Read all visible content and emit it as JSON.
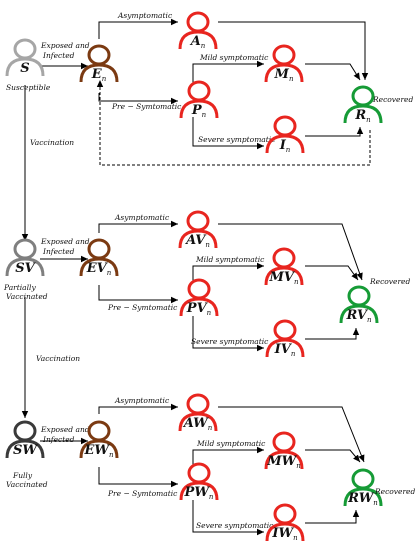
{
  "colors": {
    "susceptible": "#a6a6a6",
    "partially_vaccinated": "#7f7f7f",
    "fully_vaccinated": "#3a3a3a",
    "exposed": "#7b3a12",
    "infectious": "#e8251f",
    "recovered": "#169b36"
  },
  "icons": {
    "person": "person-icon"
  },
  "nodes": {
    "S": {
      "main": "S",
      "sub": "",
      "caption": "Susceptible"
    },
    "E": {
      "main": "E",
      "sub": "n"
    },
    "A": {
      "main": "A",
      "sub": "n"
    },
    "M": {
      "main": "M",
      "sub": "n"
    },
    "P": {
      "main": "P",
      "sub": "n"
    },
    "I": {
      "main": "I",
      "sub": "n"
    },
    "R": {
      "main": "R",
      "sub": "n",
      "caption": "Recovered"
    },
    "SV": {
      "main": "SV",
      "sub": "",
      "caption_1": "Partially",
      "caption_2": "Vaccinated"
    },
    "EV": {
      "main": "EV",
      "sub": "n"
    },
    "AV": {
      "main": "AV",
      "sub": "n"
    },
    "MV": {
      "main": "MV",
      "sub": "n"
    },
    "PV": {
      "main": "PV",
      "sub": "n"
    },
    "IV": {
      "main": "IV",
      "sub": "n"
    },
    "RV": {
      "main": "RV",
      "sub": "n",
      "caption": "Recovered"
    },
    "SW": {
      "main": "SW",
      "sub": "",
      "caption_1": "Fully",
      "caption_2": "Vaccinated"
    },
    "EW": {
      "main": "EW",
      "sub": "n"
    },
    "AW": {
      "main": "AW",
      "sub": "n"
    },
    "MW": {
      "main": "MW",
      "sub": "n"
    },
    "PW": {
      "main": "PW",
      "sub": "n"
    },
    "IW": {
      "main": "IW",
      "sub": "n"
    },
    "RW": {
      "main": "RW",
      "sub": "n",
      "caption": "Recovered"
    }
  },
  "edge_labels": {
    "exposed_1": "Exposed and",
    "exposed_2": "Infected",
    "asymptomatic": "Asymptomatic",
    "mild": "Mild symptomatic",
    "pre": "Pre − Symtomatic",
    "severe": "Severe symptomatic",
    "vaccination": "Vaccination"
  }
}
